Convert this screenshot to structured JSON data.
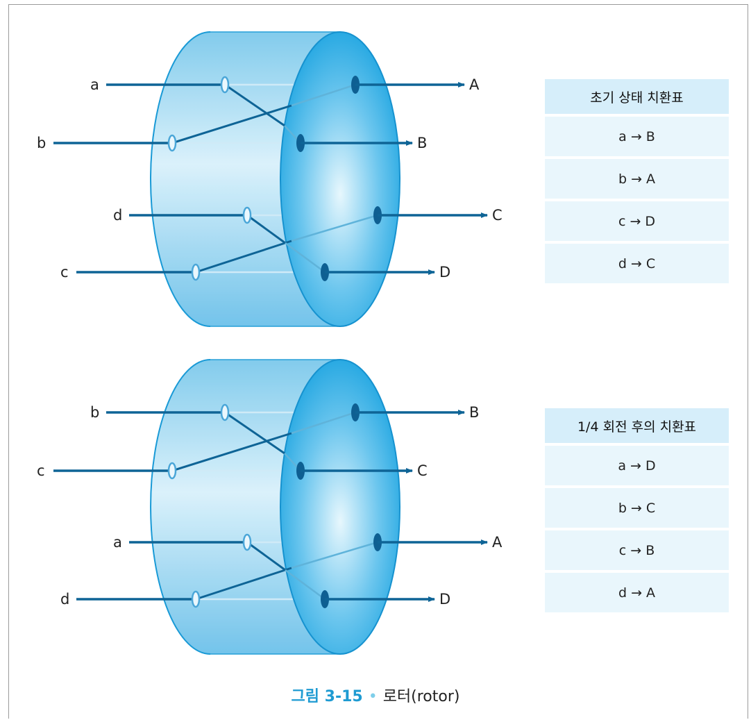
{
  "rotors": [
    {
      "left_labels": [
        "a",
        "b",
        "d",
        "c"
      ],
      "right_labels": [
        "A",
        "B",
        "C",
        "D"
      ]
    },
    {
      "left_labels": [
        "b",
        "c",
        "a",
        "d"
      ],
      "right_labels": [
        "B",
        "C",
        "A",
        "D"
      ]
    }
  ],
  "tables": [
    {
      "title": "초기 상태 치환표",
      "rows": [
        "a → B",
        "b → A",
        "c → D",
        "d → C"
      ]
    },
    {
      "title": "1/4 회전 후의 치환표",
      "rows": [
        "a → D",
        "b → C",
        "c → B",
        "d → A"
      ]
    }
  ],
  "caption": {
    "number": "그림 3-15",
    "separator": "•",
    "text": "로터(rotor)"
  },
  "colors": {
    "cylinder_body": "#8fd2ef",
    "cylinder_face": "#3cb2e6",
    "wire": "#0e6496",
    "accent": "#1f9bd2"
  }
}
